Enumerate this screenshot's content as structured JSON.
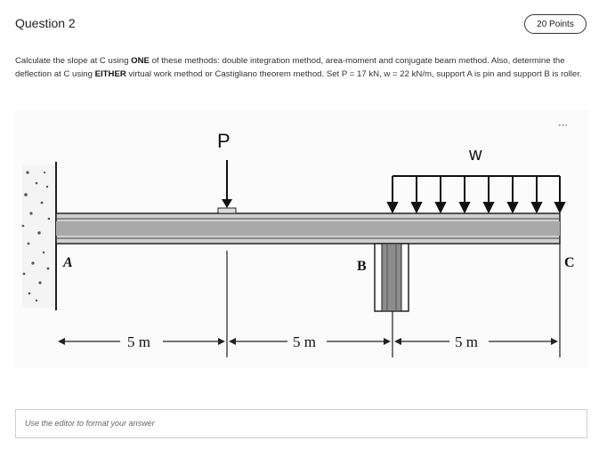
{
  "question": {
    "title": "Question 2",
    "points": "20 Points",
    "text_parts": {
      "p1": "Calculate the slope at C using ",
      "b1": "ONE",
      "p2": " of these methods: double integration method, area-moment and conjugate beam method. Also, determine the deflection at C using ",
      "b2": "EITHER",
      "p3": " virtual work method or Castigliano theorem method. Set P = 17 kN, w = 22 kN/m, support A is pin and support B is roller."
    }
  },
  "figure": {
    "more_icon": "ellipsis-icon",
    "labels": {
      "load_p": "P",
      "load_w": "w",
      "support_a": "A",
      "support_b": "B",
      "point_c": "C"
    },
    "dimensions": [
      "5 m",
      "5 m",
      "5 m"
    ]
  },
  "answer": {
    "placeholder": "Use the editor to format your answer"
  }
}
